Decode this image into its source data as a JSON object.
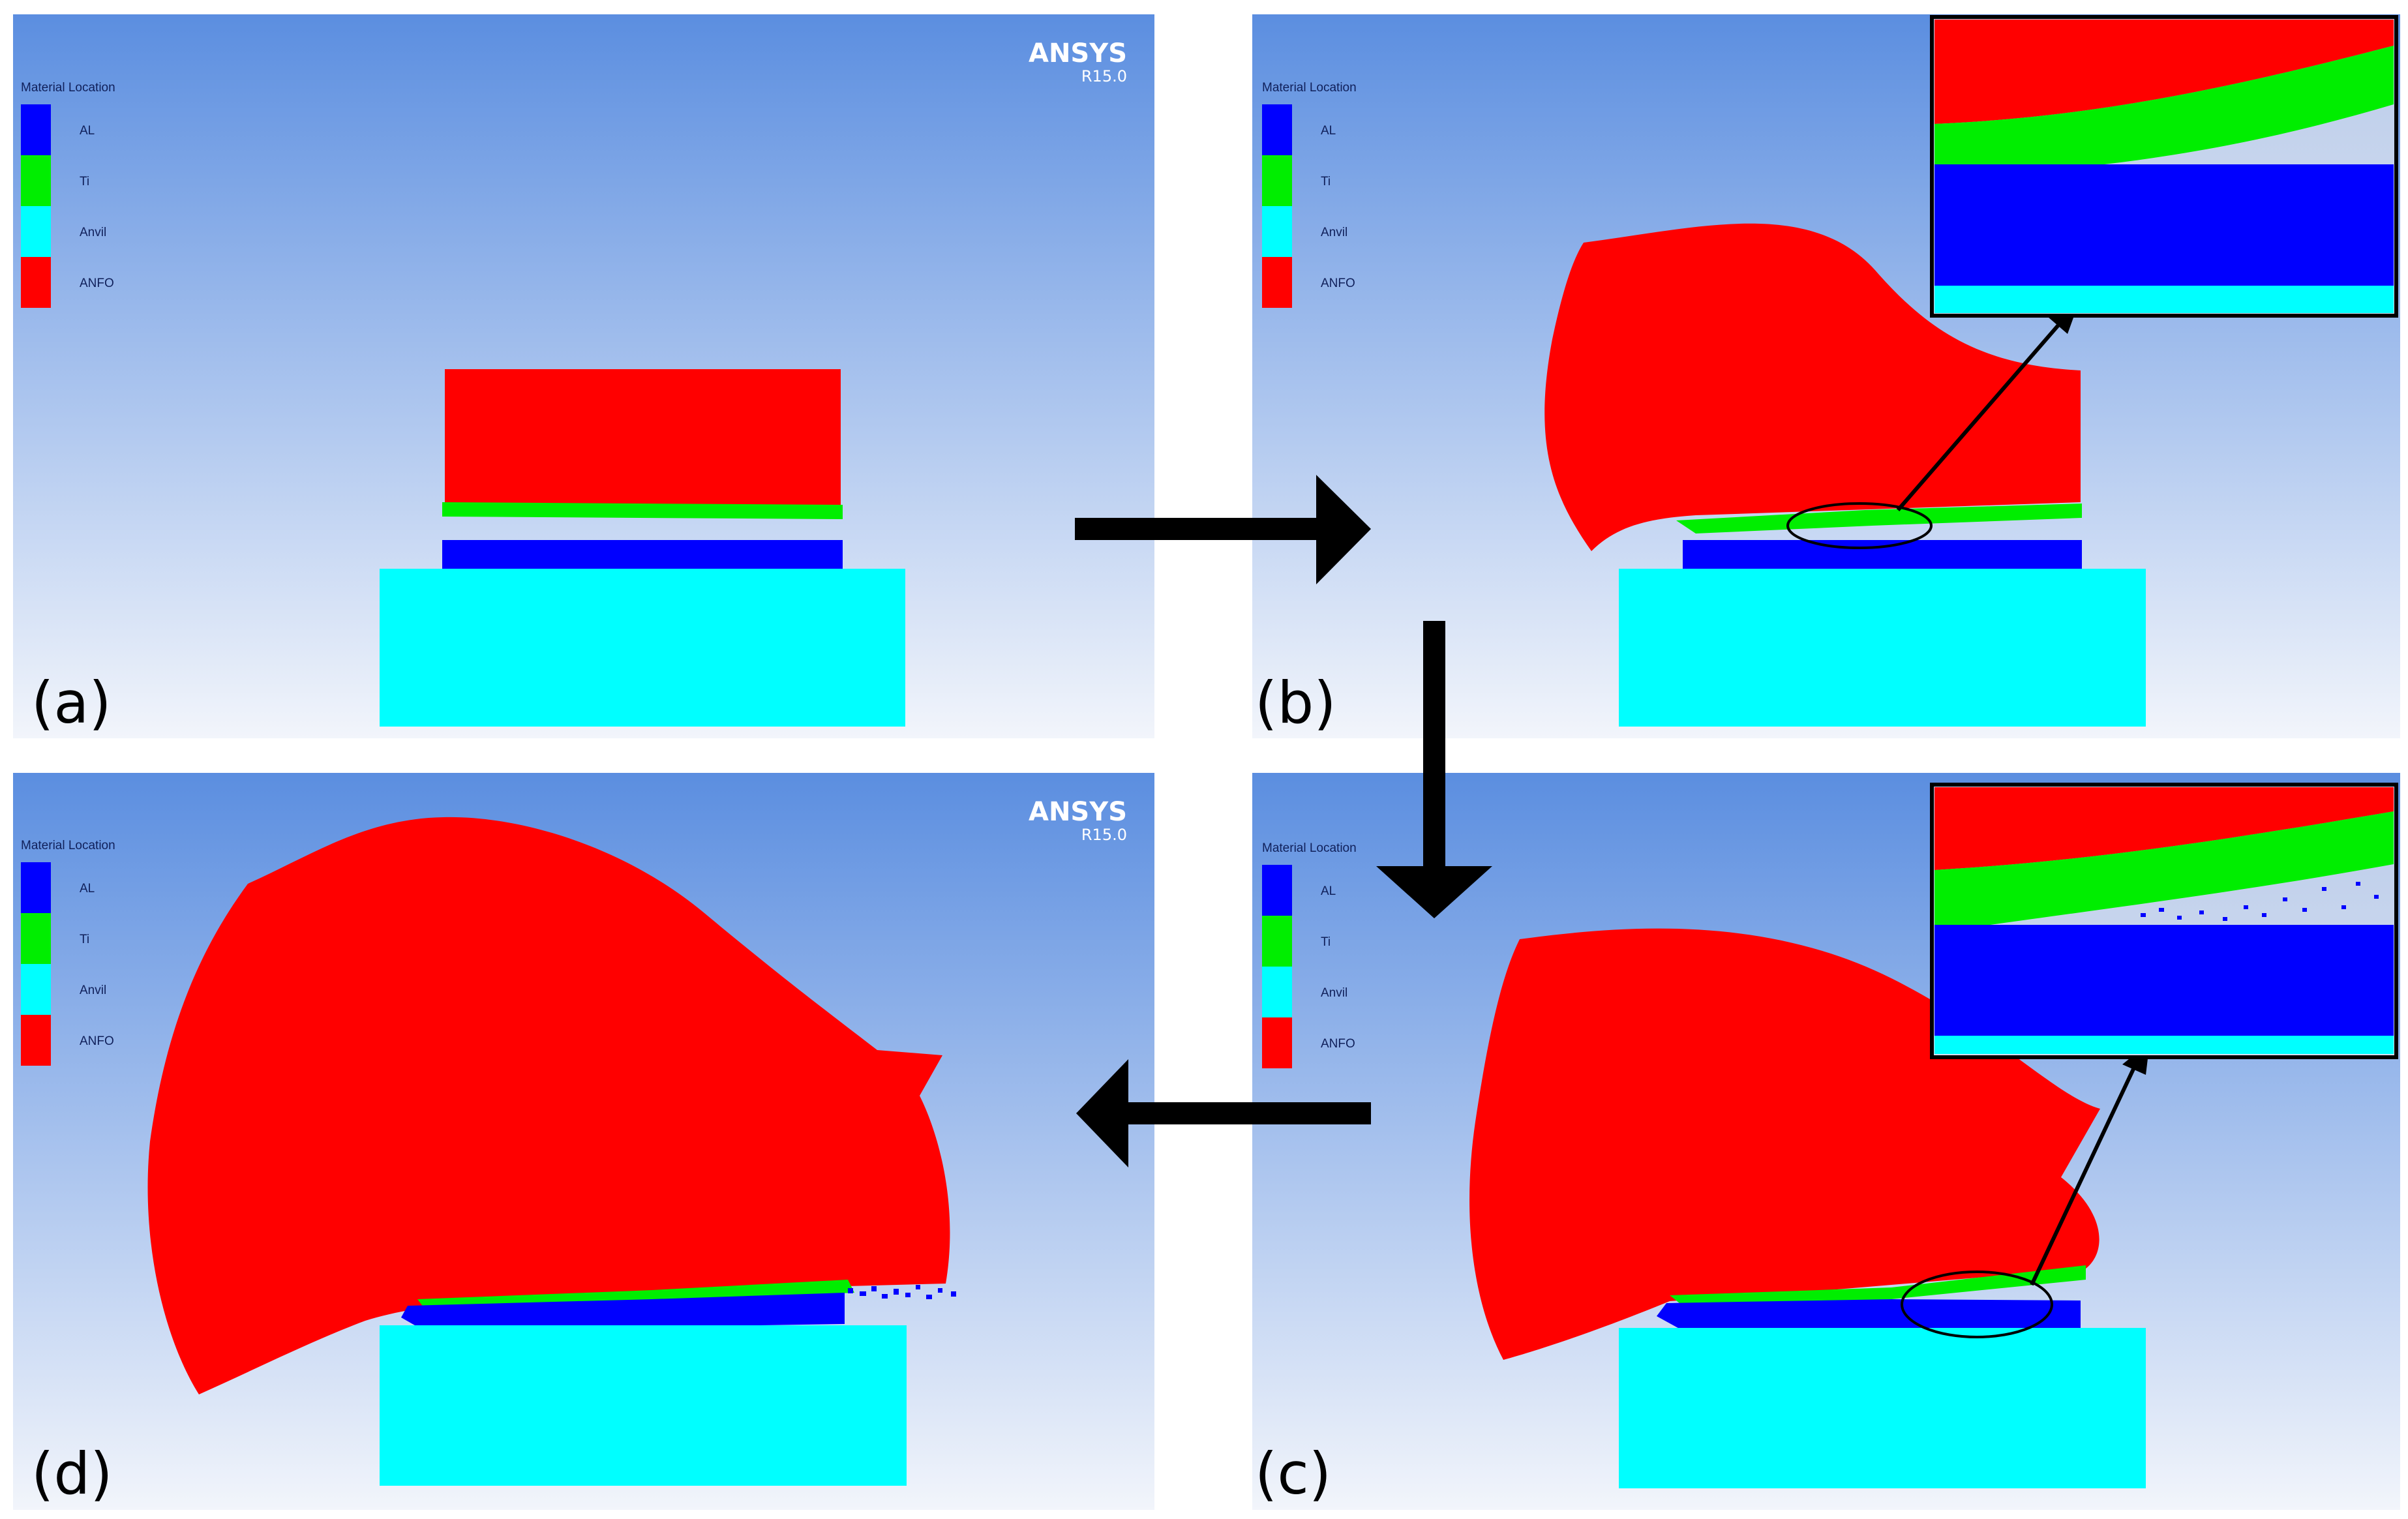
{
  "colors": {
    "al": "#0000ff",
    "ti": "#00ee00",
    "anvil": "#00ffff",
    "anfo": "#ff0000",
    "bg_top": "#5b8ee0",
    "bg_bottom": "#f2f5fb"
  },
  "legend": {
    "title": "Material Location",
    "items": [
      {
        "label": "AL",
        "color": "#0000ff"
      },
      {
        "label": "Ti",
        "color": "#00ee00"
      },
      {
        "label": "Anvil",
        "color": "#00ffff"
      },
      {
        "label": "ANFO",
        "color": "#ff0000"
      }
    ]
  },
  "brand": {
    "name": "ANSYS",
    "version": "R15.0"
  },
  "panels": {
    "a": {
      "label": "(a)"
    },
    "b": {
      "label": "(b)"
    },
    "c": {
      "label": "(c)"
    },
    "d": {
      "label": "(d)"
    }
  },
  "icons": {
    "arrow_ab": "arrow-right-icon",
    "arrow_bc": "arrow-down-icon",
    "arrow_cd": "arrow-left-icon"
  }
}
